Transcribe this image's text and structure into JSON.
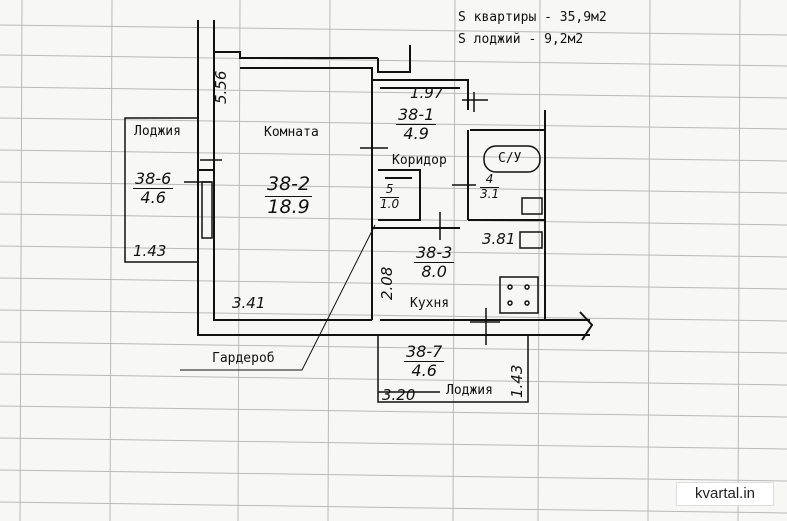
{
  "summary": {
    "apartment_area": "S квартиры - 35,9м2",
    "loggia_area": "S лоджий - 9,2м2"
  },
  "rooms": {
    "room": {
      "name": "Комната",
      "id": "38-2",
      "area": "18.9"
    },
    "loggia_left": {
      "name": "Лоджия",
      "id": "38-6",
      "area": "4.6"
    },
    "corridor": {
      "name": "Коридор",
      "id": "38-1",
      "area": "4.9"
    },
    "wardrobe": {
      "id": "5",
      "area": "1.0"
    },
    "bathroom": {
      "name": "С/У",
      "id": "4",
      "area": "3.1"
    },
    "kitchen": {
      "name": "Кухня",
      "id": "38-3",
      "area": "8.0"
    },
    "loggia_bottom": {
      "name": "Лоджия",
      "id": "38-7",
      "area": "4.6"
    }
  },
  "dimensions": {
    "room_height": "5.56",
    "loggia_left_width": "1.43",
    "room_width": "3.41",
    "corridor_width": "1.97",
    "kitchen_width": "3.81",
    "kitchen_depth": "2.08",
    "loggia_bottom_width": "3.20",
    "loggia_bottom_depth": "1.43"
  },
  "callout": {
    "label": "Гардероб"
  },
  "brand": "kvartal.in",
  "colors": {
    "ink": "#111111",
    "paper": "#f7f7f5",
    "grid": "#b9b9b9"
  }
}
